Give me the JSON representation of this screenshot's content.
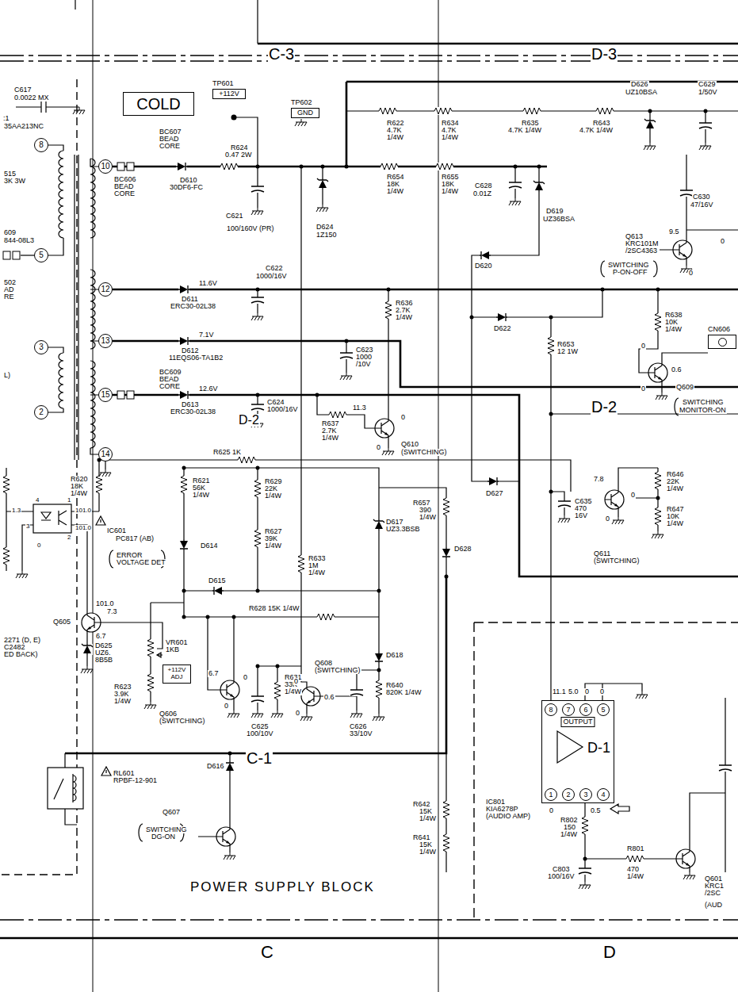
{
  "diagram": {
    "title": "POWER SUPPLY BLOCK",
    "nodes": [
      {
        "text": [
          "COLD"
        ]
      },
      {
        "text": [
          "TP601",
          "+112V"
        ]
      },
      {
        "text": [
          "TP602",
          "GND"
        ]
      },
      {
        "text": [
          "8"
        ]
      },
      {
        "text": [
          "10"
        ]
      },
      {
        "text": [
          "5"
        ]
      },
      {
        "text": [
          "12"
        ]
      },
      {
        "text": [
          "13"
        ]
      },
      {
        "text": [
          "3"
        ]
      },
      {
        "text": [
          "15"
        ]
      },
      {
        "text": [
          "2"
        ]
      },
      {
        "text": [
          "14"
        ]
      },
      {
        "text": [
          "CN606"
        ]
      },
      {
        "text": [
          "+112V ADJ"
        ]
      },
      {
        "text": [
          "OUTPUT"
        ]
      },
      {
        "text": [
          "8"
        ],
        "in": 14
      },
      {
        "text": [
          "7"
        ],
        "in": 14
      },
      {
        "text": [
          "6"
        ],
        "in": 14
      },
      {
        "text": [
          "5"
        ],
        "in": 14
      },
      {
        "text": [
          "1"
        ],
        "in": 14
      },
      {
        "text": [
          "2"
        ],
        "in": 14
      },
      {
        "text": [
          "3"
        ],
        "in": 14
      },
      {
        "text": [
          "4"
        ],
        "in": 14
      }
    ],
    "labels": [
      "C-3",
      "D-3",
      "C617",
      "0.0022 MX",
      ":1",
      "35AA213NC",
      "D626",
      "UZ10BSA",
      "C629",
      "1/50V",
      "R622",
      "4.7K",
      "1/4W",
      "R634",
      "4.7K",
      "1/4W",
      "R635",
      "4.7K 1/4W",
      "R643",
      "4.7K 1/4W",
      "BC607",
      "BEAD",
      "CORE",
      "R624",
      "0.47 2W",
      "515",
      "3K 3W",
      "BC606",
      "BEAD",
      "CORE",
      "D610",
      "30DF6-FC",
      "R654",
      "18K",
      "1/4W",
      "R655",
      "18K",
      "1/4W",
      "C628",
      "0.01Z",
      "C630",
      "47/16V",
      "C621",
      "100/160V (PR)",
      "D624",
      "1Z150",
      "D619",
      "UZ36BSA",
      "609",
      "844-08L3",
      "Q613",
      "KRC101M",
      "/2SC4363",
      "9.5",
      "0",
      "0",
      "SWITCHING",
      "P-ON-OFF",
      "502",
      "AD",
      "RE",
      "C622",
      "1000/16V",
      "11.6V",
      "D611",
      "ERC30-02L38",
      "R636",
      "2.7K",
      "1/4W",
      "D620",
      "D622",
      "R638",
      "10K",
      "1/4W",
      "0",
      "0.6",
      "0",
      "Q609",
      "SWITCHING",
      "MONITOR-ON",
      "7.1V",
      "D612",
      "11EQS06-TA1B2",
      "C623",
      "1000",
      "/10V",
      "R653",
      "12 1W",
      "L)",
      "BC609",
      "BEAD",
      "CORE",
      "C624",
      "1000/16V",
      "D-2",
      "12.6V",
      "D613",
      "ERC30-02L38",
      "11.3",
      "0",
      "D-2",
      "R637",
      "2.7K",
      "1/4W",
      "0",
      "Q610",
      "(SWITCHING)",
      "R625 1K",
      "R646",
      "22K",
      "1/4W",
      "7.8",
      "0",
      "0",
      "R620",
      "18K",
      "1/4W",
      "R621",
      "56K",
      "1/4W",
      "R629",
      "22K",
      "1/4W",
      "D627",
      "R657",
      "390",
      "1/4W",
      "C635",
      "470",
      "16V",
      "R647",
      "10K",
      "1/4W",
      "Q611",
      "(SWITCHING)",
      "1.3",
      "4",
      "1",
      "101.0",
      "3",
      "2",
      "101.0",
      "0",
      "IC601",
      "PC817 (AB)",
      "ERROR",
      "VOLTAGE DET",
      "D614",
      "D615",
      "R627",
      "39K",
      "1/4W",
      "R633",
      "1M",
      "1/4W",
      "D617",
      "UZ3.3BSB",
      "D628",
      "101.0",
      "7.3",
      "6.7",
      "R628 15K 1/4W",
      "Q605",
      "2271 (D, E)",
      "C2482",
      "ED BACK)",
      "D625",
      "UZ6.",
      "8B5B",
      "VR601",
      "1KB",
      "6.7",
      "R631",
      "33K",
      "1/4W",
      "Q608",
      "(SWITCHING)",
      "D618",
      "R623",
      "3.9K",
      "1/4W",
      "0",
      "0",
      "0",
      "0",
      "0.6",
      "R640",
      "820K 1/4W",
      "Q606",
      "(SWITCHING)",
      "C625",
      "100/10V",
      "C626",
      "33/10V",
      "C-1",
      "11.1",
      "5.0",
      "0",
      "0",
      "D-1",
      "0",
      "0.5",
      "RL601",
      "RPBF-12-901",
      "D616",
      "IC801",
      "KIA6278P",
      "(AUDIO AMP)",
      "R642",
      "15K",
      "1/4W",
      "R802",
      "150",
      "1/4W",
      "Q607",
      "SWITCHING",
      "DG-ON",
      "R641",
      "15K",
      "1/4W",
      "R801",
      "470",
      "1/4W",
      "C803",
      "100/16V",
      "Q601",
      "KRC1",
      "/2SC",
      "(AUD",
      "C",
      "D"
    ]
  }
}
